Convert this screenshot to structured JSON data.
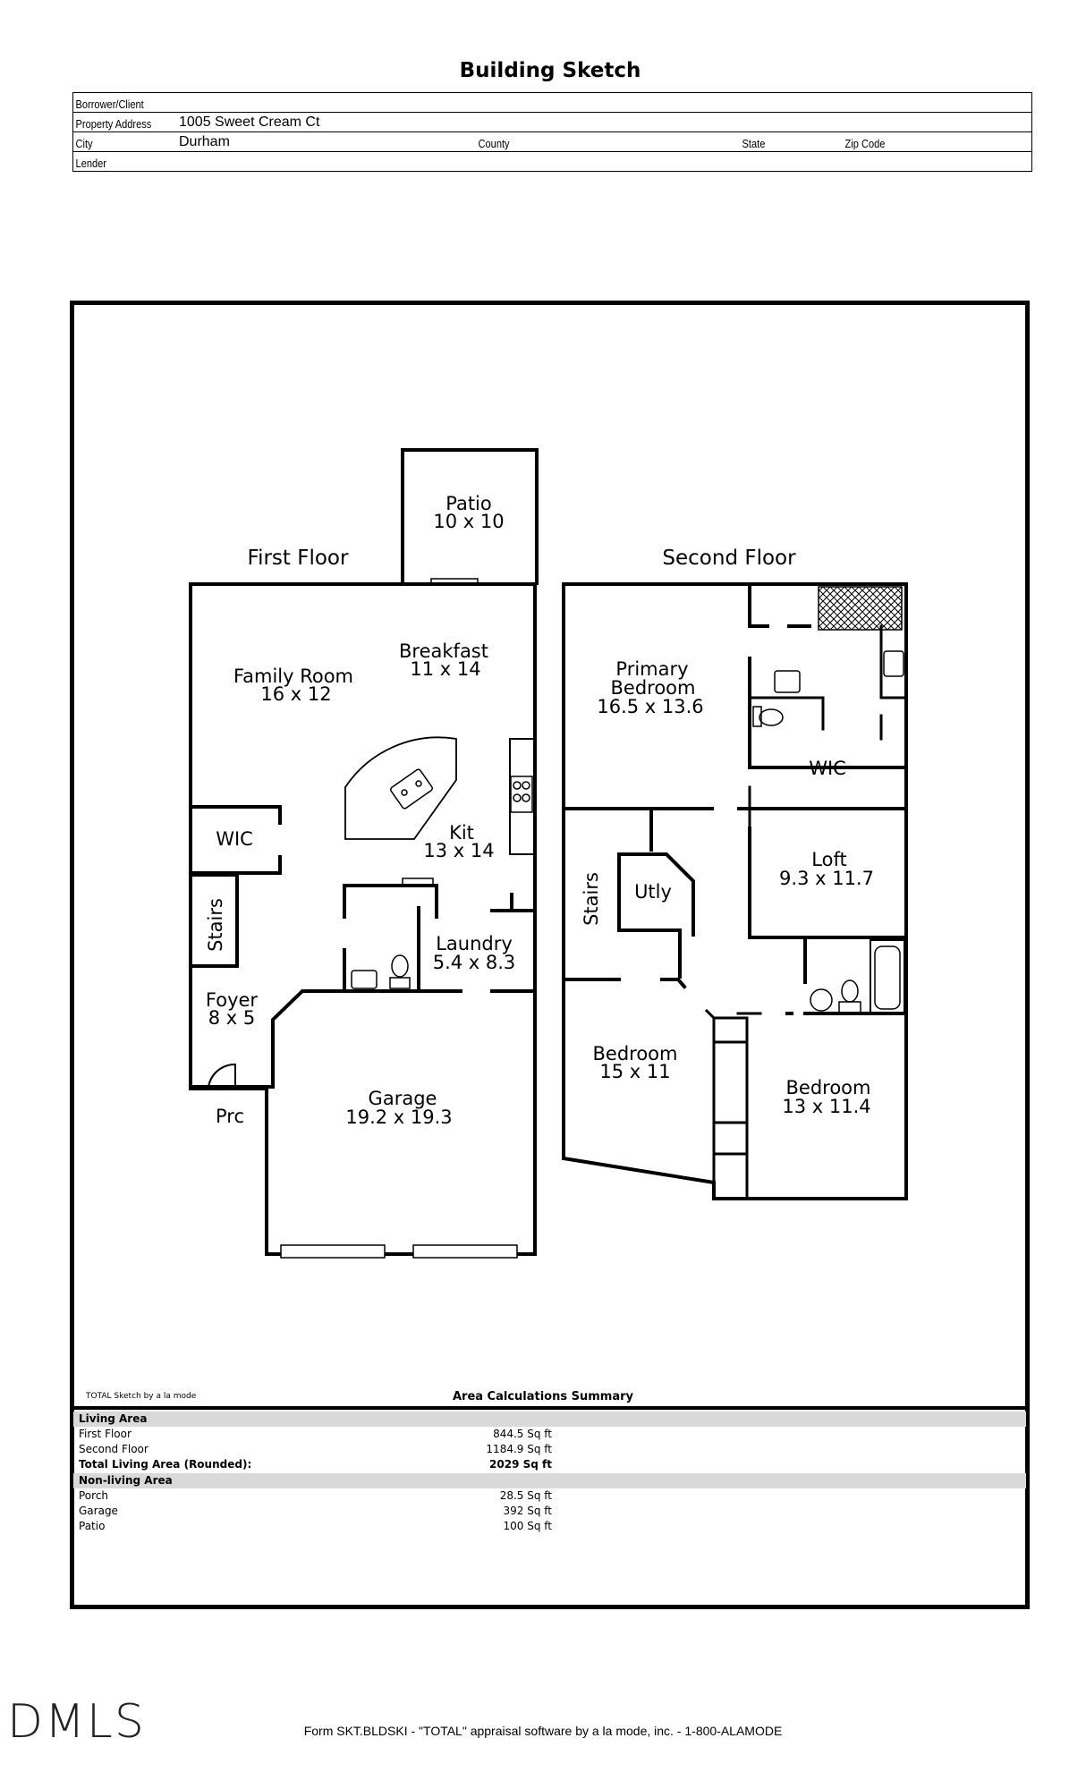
{
  "header": {
    "title": "Building Sketch",
    "borrower_label": "Borrower/Client",
    "borrower_value": "",
    "address_label": "Property Address",
    "address_value": "1005 Sweet Cream Ct",
    "city_label": "City",
    "city_value": "Durham",
    "county_label": "County",
    "state_label": "State",
    "zip_label": "Zip Code",
    "lender_label": "Lender"
  },
  "sketch": {
    "first_floor_label": "First Floor",
    "second_floor_label": "Second Floor",
    "rooms": {
      "patio": "Patio",
      "patio_dim": "10 x 10",
      "family": "Family Room",
      "family_dim": "16 x 12",
      "breakfast": "Breakfast",
      "breakfast_dim": "11 x 14",
      "wic1": "WIC",
      "kit": "Kit",
      "kit_dim": "13 x 14",
      "stairs1": "Stairs",
      "laundry": "Laundry",
      "laundry_dim": "5.4 x 8.3",
      "foyer": "Foyer",
      "foyer_dim": "8 x 5",
      "prc": "Prc",
      "garage": "Garage",
      "garage_dim": "19.2 x 19.3",
      "primary": "Primary",
      "primary2": "Bedroom",
      "primary_dim": "16.5 x 13.6",
      "wic2": "WIC",
      "loft": "Loft",
      "loft_dim": "9.3 x 11.7",
      "stairs2": "Stairs",
      "utly": "Utly",
      "bed2": "Bedroom",
      "bed2_dim": "15 x 11",
      "bed3": "Bedroom",
      "bed3_dim": "13 x 11.4"
    },
    "credit": "TOTAL Sketch by a la mode"
  },
  "summary": {
    "title": "Area Calculations Summary",
    "living_header": "Living Area",
    "first_floor_label": "First Floor",
    "first_floor_value": "844.5 Sq ft",
    "second_floor_label": "Second Floor",
    "second_floor_value": "1184.9 Sq ft",
    "total_label": "Total Living Area (Rounded):",
    "total_value": "2029 Sq ft",
    "nonliving_header": "Non-living Area",
    "porch_label": "Porch",
    "porch_value": "28.5 Sq ft",
    "garage_label": "Garage",
    "garage_value": "392 Sq ft",
    "patio_label": "Patio",
    "patio_value": "100 Sq ft"
  },
  "logo_text": "DMLS",
  "footer": "Form SKT.BLDSKI - \"TOTAL\" appraisal software by a la mode, inc. - 1-800-ALAMODE"
}
